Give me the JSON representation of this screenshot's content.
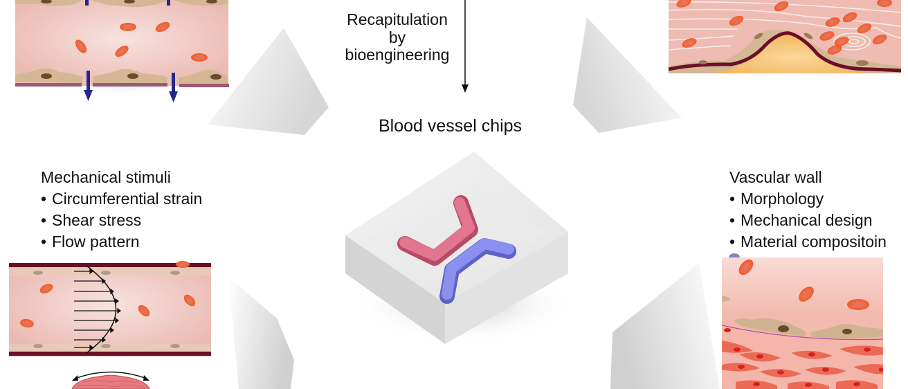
{
  "figure": {
    "center": {
      "process_label_lines": [
        "Recapitulation",
        "by",
        "bioengineering"
      ],
      "chip_title": "Blood vessel chips"
    },
    "panels": {
      "mechanical_stimuli": {
        "heading": "Mechanical stimuli",
        "items": [
          "Circumferential strain",
          "Shear stress",
          "Flow pattern"
        ]
      },
      "vascular_wall": {
        "heading": "Vascular wall",
        "items": [
          "Morphology",
          "Mechanical design",
          "Material compositoin"
        ]
      }
    },
    "colors": {
      "lumen": "#f0c4bc",
      "endothelium": "#d4b896",
      "nucleus": "#6b4a2b",
      "rbc": "#f06a3e",
      "basement": "#9c5a72",
      "wall_dark": "#6b0f26",
      "arrow_blue": "#23288a",
      "plaque": "#f7c77a",
      "channel_red": "#d85f7c",
      "channel_blue": "#7b7fe0",
      "smooth_muscle": "#e85c4a"
    }
  }
}
